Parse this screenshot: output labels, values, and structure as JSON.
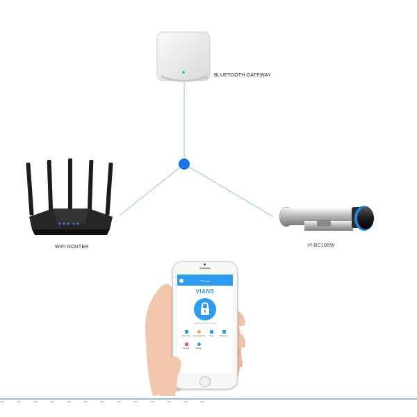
{
  "labels": {
    "gateway": "BLUETOOTH GATEWAY",
    "router": "WIFI ROUTER",
    "lock": "VI-BC10BW"
  },
  "phone": {
    "status_left": "●●●●● ",
    "app_title": "TTLock",
    "brand": "VIANS",
    "hint": "Press the lock button to unlock",
    "menu": [
      {
        "label": "Send eKey",
        "icon": "send-ekey-icon"
      },
      {
        "label": "Send passcode",
        "icon": "passcode-icon"
      },
      {
        "label": "eKeys",
        "icon": "ekeys-icon"
      },
      {
        "label": "Passcodes",
        "icon": "passcodes-icon"
      },
      {
        "label": "Records",
        "icon": "records-icon"
      },
      {
        "label": "Settings",
        "icon": "settings-icon"
      }
    ]
  },
  "colors": {
    "line": "#8ec3ea",
    "node": "#1a73e8",
    "app_blue": "#2d9cf0",
    "bottom_rule": "#2a78c8"
  }
}
